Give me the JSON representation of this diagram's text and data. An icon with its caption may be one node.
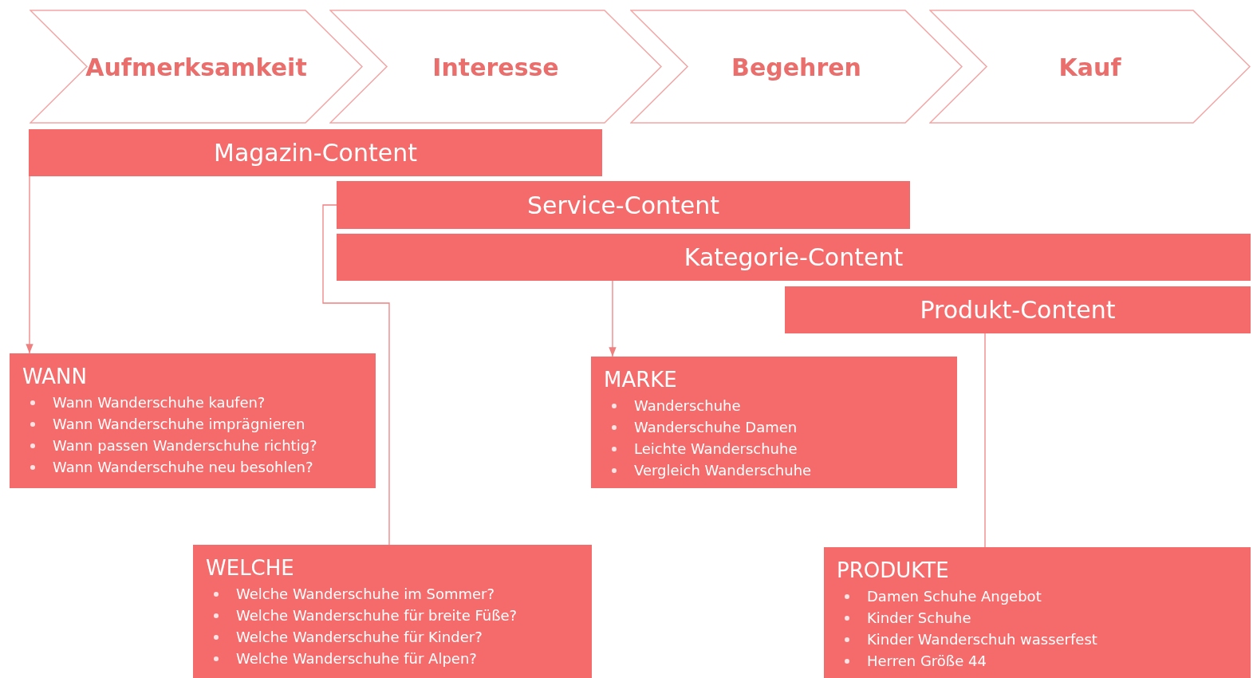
{
  "diagram": {
    "nodes": [
      {
        "text": [
          "Aufmerksamkeit"
        ]
      },
      {
        "text": [
          "Interesse"
        ]
      },
      {
        "text": [
          "Begehren"
        ]
      },
      {
        "text": [
          "Kauf"
        ]
      },
      {
        "text": [
          "Magazin-Content"
        ]
      },
      {
        "text": [
          "Service-Content"
        ]
      },
      {
        "text": [
          "Kategorie-Content"
        ]
      },
      {
        "text": [
          "Produkt-Content"
        ]
      },
      {
        "text": [
          "WANN",
          "Wann Wanderschuhe kaufen?",
          "Wann Wanderschuhe imprägnieren",
          "Wann passen Wanderschuhe richtig?",
          "Wann Wanderschuhe neu besohlen?"
        ]
      },
      {
        "text": [
          "MARKE",
          "Wanderschuhe",
          "Wanderschuhe Damen",
          "Leichte Wanderschuhe",
          "Vergleich Wanderschuhe"
        ]
      },
      {
        "text": [
          "WELCHE",
          "Welche Wanderschuhe im Sommer?",
          "Welche Wanderschuhe für breite Füße?",
          "Welche Wanderschuhe für Kinder?",
          "Welche Wanderschuhe für Alpen?"
        ]
      },
      {
        "text": [
          "PRODUKTE",
          "Damen Schuhe Angebot",
          "Kinder Schuhe",
          "Kinder Wanderschuh wasserfest",
          "Herren Größe 44"
        ]
      }
    ],
    "edges": [
      {
        "from": 4,
        "to": 8,
        "arrow": "to"
      },
      {
        "from": 5,
        "to": 10,
        "arrow": "none"
      },
      {
        "from": 6,
        "to": 9,
        "arrow": "to"
      },
      {
        "from": 7,
        "to": 11,
        "arrow": "none"
      }
    ]
  }
}
